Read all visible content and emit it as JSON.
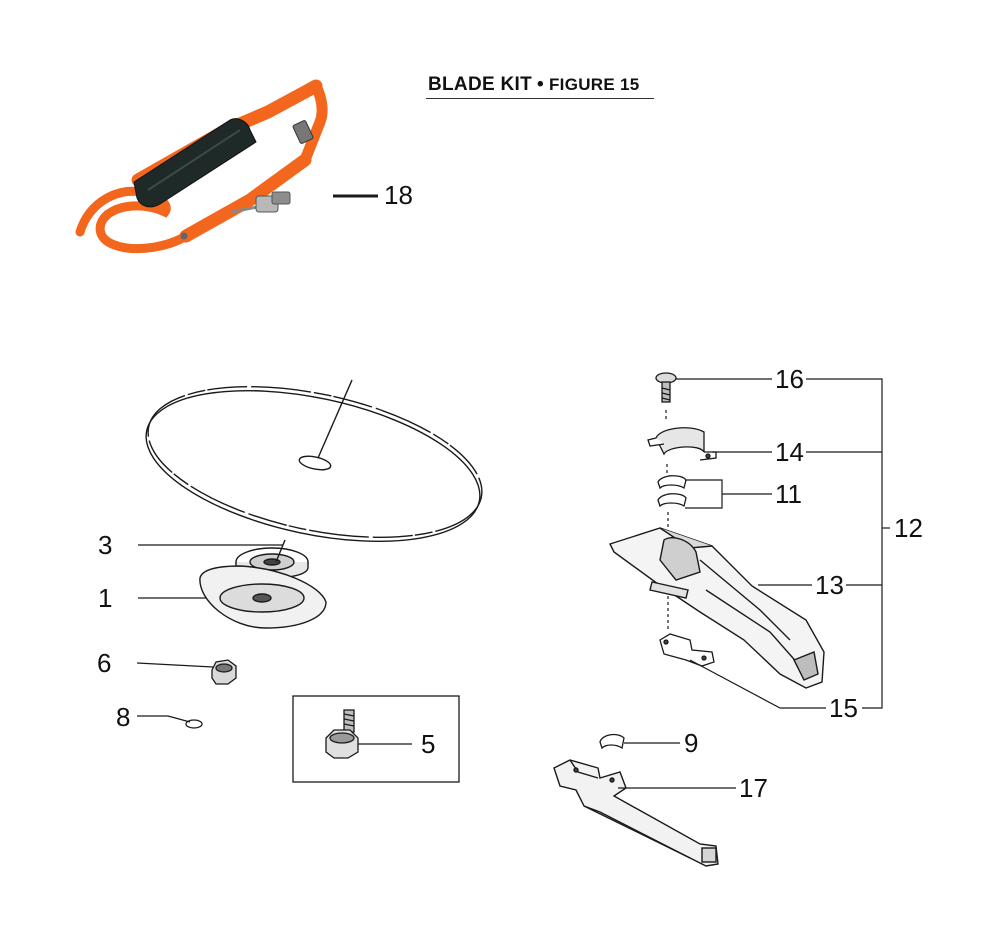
{
  "title": {
    "main": "BLADE KIT",
    "separator": "•",
    "figure": "FIGURE 15"
  },
  "callouts": {
    "c1": "1",
    "c3": "3",
    "c5": "5",
    "c6": "6",
    "c8": "8",
    "c9": "9",
    "c11": "11",
    "c12": "12",
    "c13": "13",
    "c14": "14",
    "c15": "15",
    "c16": "16",
    "c17": "17",
    "c18": "18"
  },
  "colors": {
    "line": "#1a1a1a",
    "strap": "#f2661d",
    "strap_dark": "#c84c10",
    "pad": "#1f2a28",
    "metal": "#9a9a9a"
  }
}
